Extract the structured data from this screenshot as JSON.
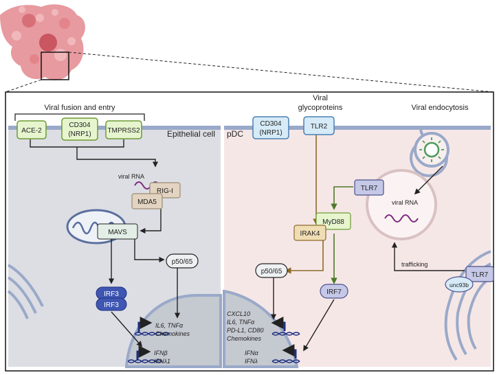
{
  "labels": {
    "viral_fusion_entry": "Viral fusion and entry",
    "epithelial_cell": "Epithelial cell",
    "pdc": "pDC",
    "viral_glycoproteins_1": "Viral",
    "viral_glycoproteins_2": "glycoproteins",
    "viral_endocytosis": "Viral endocytosis",
    "viral_rna_left": "viral RNA",
    "viral_rna_right": "viral RNA",
    "trafficking": "trafficking"
  },
  "epithelial": {
    "ace2": "ACE-2",
    "cd304_line1": "CD304",
    "cd304_line2": "(NRP1)",
    "tmprss2": "TMPRSS2",
    "rigi": "RIG-I",
    "mda5": "MDA5",
    "mavs": "MAVS",
    "p5065": "p50/65",
    "irf3_a": "IRF3",
    "irf3_b": "IRF3",
    "genes_1": [
      "IL6, TNFα",
      "Chemokines"
    ],
    "genes_2": [
      "IFNβ",
      "IFNλ1"
    ]
  },
  "pdc_cell": {
    "cd304_line1": "CD304",
    "cd304_line2": "(NRP1)",
    "tlr2": "TLR2",
    "tlr7_top": "TLR7",
    "myd88": "MyD88",
    "irak4": "IRAK4",
    "p5065": "p50/65",
    "irf7": "IRF7",
    "tlr7_bottom": "TLR7",
    "unc93b": "unc93b",
    "genes_1": [
      "CXCL10",
      "IL6, TNFα",
      "PD-L1, CD80",
      "Chemokines"
    ],
    "genes_2": [
      "IFNα",
      "IFNλ"
    ]
  },
  "colors": {
    "epithelial_bg": "#dcdee3",
    "pdc_bg": "#f6e7e7",
    "membrane": "#9aa9c9",
    "green_box": "#e7f5cf",
    "green_border": "#6e9a36",
    "blue_box": "#d6ebf7",
    "blue_border": "#4a7fb0",
    "tan_box": "#e3d3c1",
    "purple_box": "#c5c8e6",
    "irf3": "#3f57b3",
    "arrow_brown": "#8a6a2a",
    "arrow_green": "#4c7a26",
    "dna_blue": "#1f2f80"
  }
}
